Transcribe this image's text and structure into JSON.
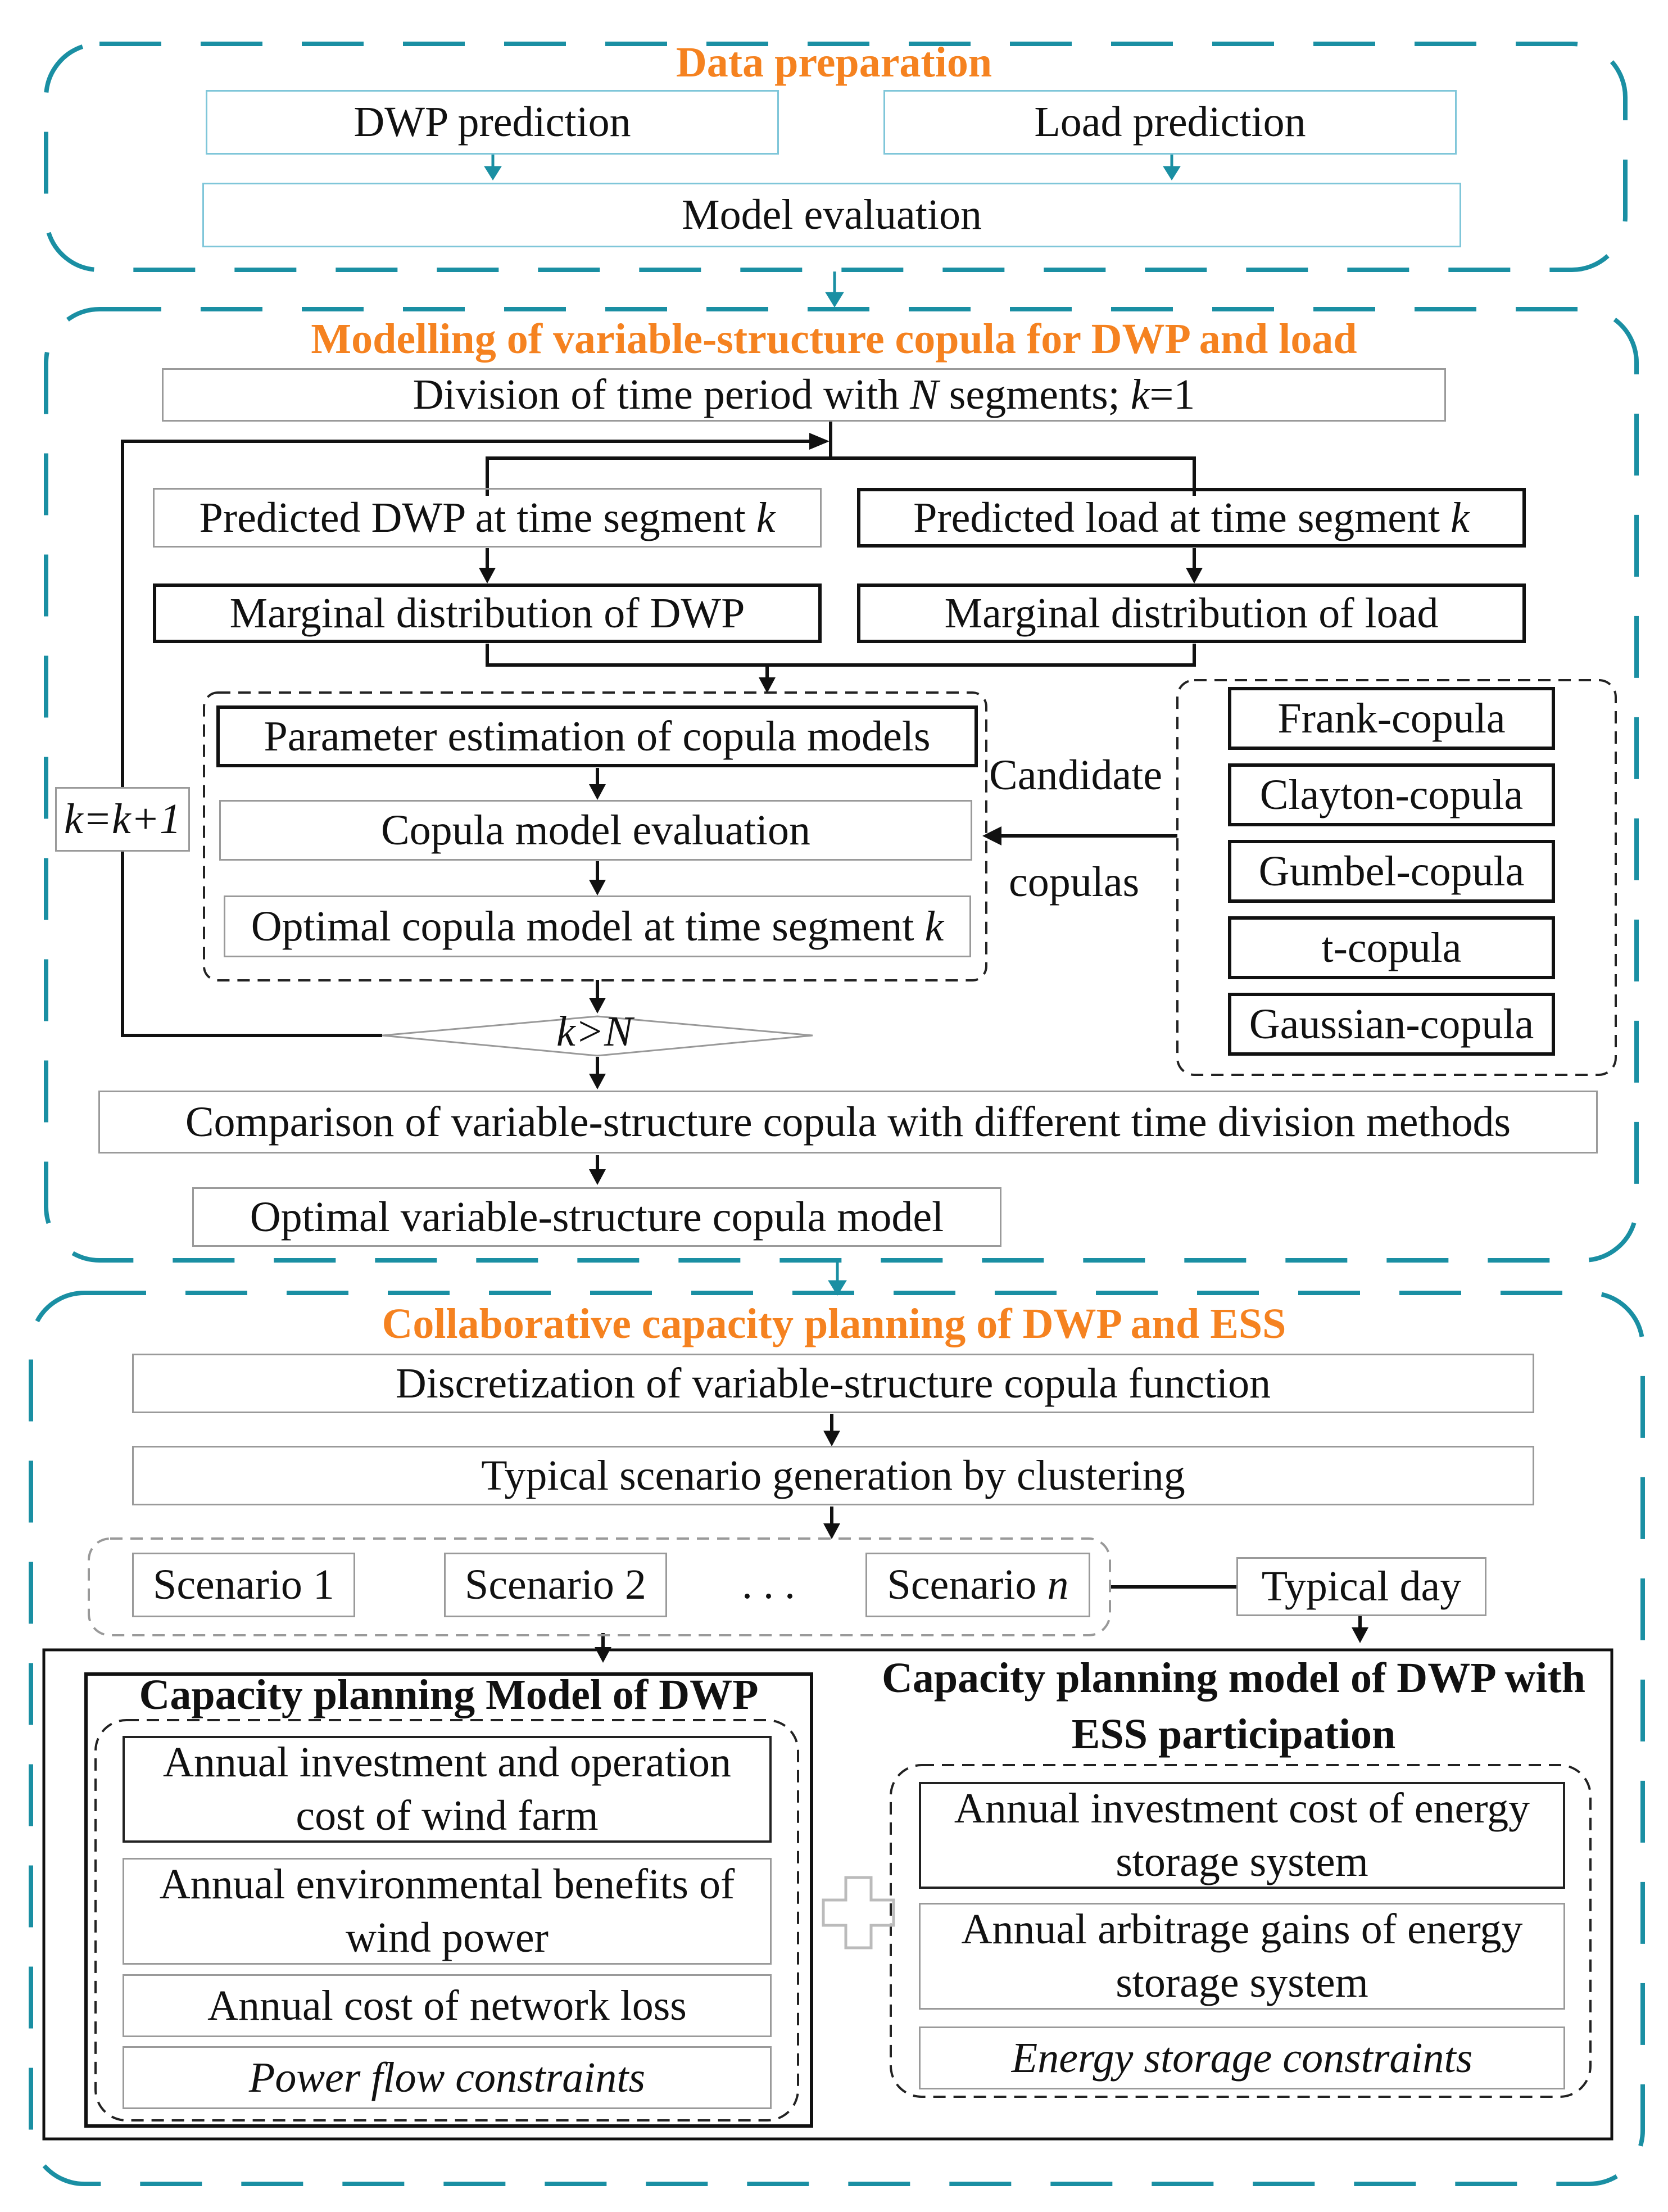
{
  "sections": {
    "data_preparation": {
      "title": "Data preparation",
      "dwp_prediction": "DWP prediction",
      "load_prediction": "Load prediction",
      "model_evaluation": "Model evaluation"
    },
    "copula_modelling": {
      "title": "Modelling of variable-structure copula for DWP and load",
      "division_prefix": "Division of time period with ",
      "division_n": "N",
      "division_mid": " segments; ",
      "division_k": "k",
      "division_end": "=1",
      "predicted_dwp": "Predicted DWP at time segment ",
      "predicted_load": "Predicted load at time segment ",
      "k_var": "k",
      "marginal_dwp": "Marginal distribution of DWP",
      "marginal_load": "Marginal distribution of load",
      "parameter_estimation": "Parameter estimation of copula models",
      "copula_evaluation": "Copula model evaluation",
      "optimal_copula_segment": "Optimal copula model at time segment ",
      "candidate_label": "Candidate",
      "copulas_label": "copulas",
      "candidates": [
        "Frank-copula",
        "Clayton-copula",
        "Gumbel-copula",
        "t-copula",
        "Gaussian-copula"
      ],
      "loop_label": "k=k+1",
      "decision": "k>N",
      "comparison": "Comparison of variable-structure copula with different time division methods",
      "optimal_model": "Optimal variable-structure copula model"
    },
    "capacity_planning": {
      "title": "Collaborative capacity planning of DWP and ESS",
      "discretization": "Discretization of variable-structure copula function",
      "scenario_generation": "Typical scenario generation by clustering",
      "scenario_1": "Scenario 1",
      "scenario_2": "Scenario 2",
      "ellipsis": ". . .",
      "scenario_n_prefix": "Scenario ",
      "scenario_n_var": "n",
      "typical_day": "Typical day",
      "dwp_model_title": "Capacity planning Model of DWP",
      "dwp_items": [
        "Annual investment and operation cost of wind farm",
        "Annual environmental benefits of wind power",
        "Annual cost of network loss"
      ],
      "power_flow_constraints": "Power flow constraints",
      "ess_model_title": "Capacity planning model of DWP with ESS participation",
      "ess_items": [
        "Annual investment cost of energy storage system",
        "Annual arbitrage gains of energy storage system"
      ],
      "energy_storage_constraints": "Energy storage constraints"
    }
  },
  "colors": {
    "section_border": "#1a8fa3",
    "title_orange": "#f58220",
    "light_box_border": "#7fc6d9",
    "arrow_teal": "#1a8fa3"
  }
}
